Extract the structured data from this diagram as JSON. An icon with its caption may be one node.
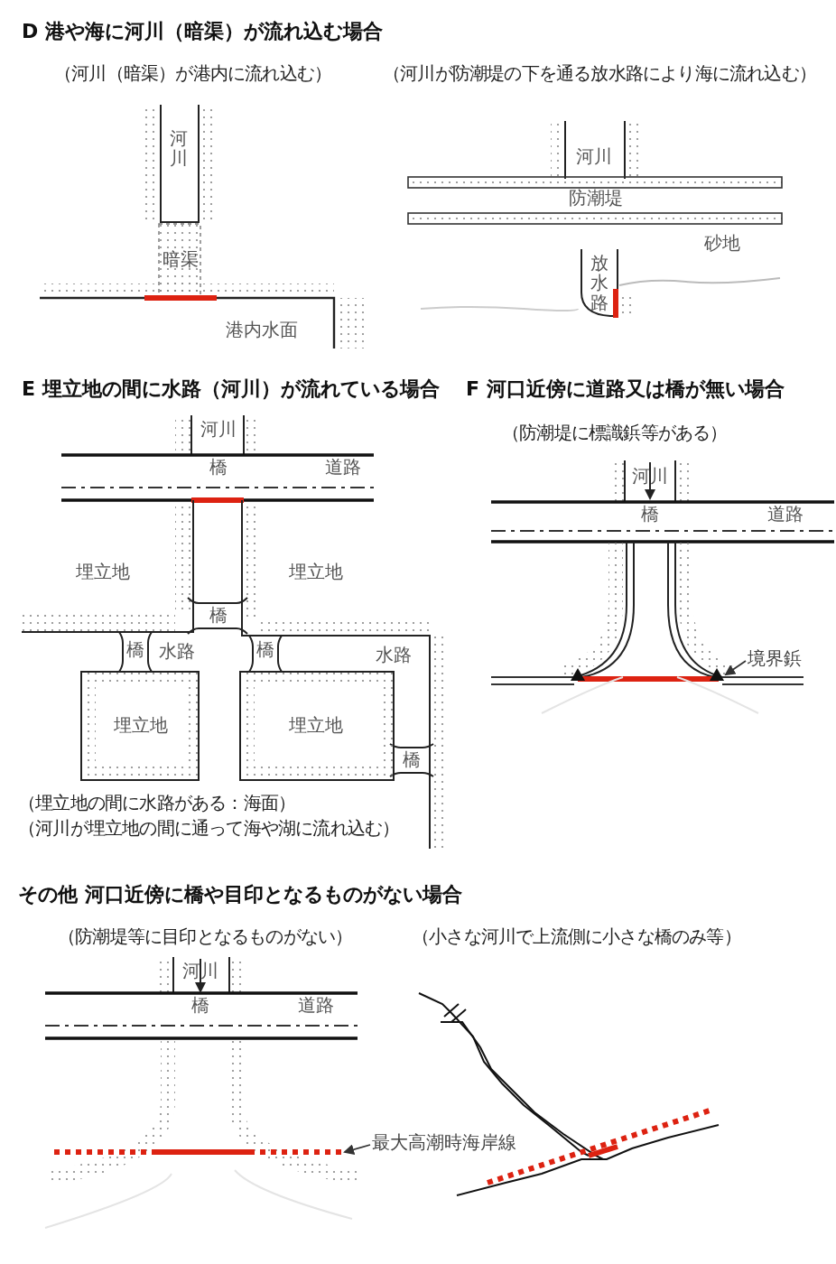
{
  "diagram": {
    "nodes": [
      {
        "text": [
          "境界鋲"
        ]
      },
      {
        "text": [],
        "shape": "triangle"
      },
      {
        "text": [
          "最大高潮時海岸線"
        ]
      }
    ],
    "edges": [
      {
        "from": 0,
        "to": 1,
        "arrow": "to"
      },
      {
        "from": 2,
        "to": null,
        "arrow": "to"
      }
    ],
    "labels": [
      "D 港や海に河川（暗渠）が流れ込む場合",
      "（河川（暗渠）が港内に流れ込む）",
      "（河川が防潮堤の下を通る放水路により海に流れ込む）",
      "河川",
      "河川",
      "防潮堤",
      "砂地",
      "暗渠",
      "放水路",
      "港内水面",
      "E 埋立地の間に水路（河川）が流れている場合",
      "F 河口近傍に道路又は橋が無い場合",
      "河川",
      "（防潮堤に標識鋲等がある）",
      "河川",
      "橋",
      "道路",
      "橋",
      "道路",
      "埋立地",
      "埋立地",
      "橋",
      "橋",
      "水路",
      "橋",
      "水路",
      "埋立地",
      "埋立地",
      "橋",
      "（埋立地の間に水路がある：海面）",
      "（河川が埋立地の間に通って海や湖に流れ込む）",
      "その他 河口近傍に橋や目印となるものがない場合",
      "（防潮堤等に目印となるものがない）",
      "（小さな河川で上流側に小さな橋のみ等）",
      "河川",
      "橋",
      "道路"
    ]
  }
}
